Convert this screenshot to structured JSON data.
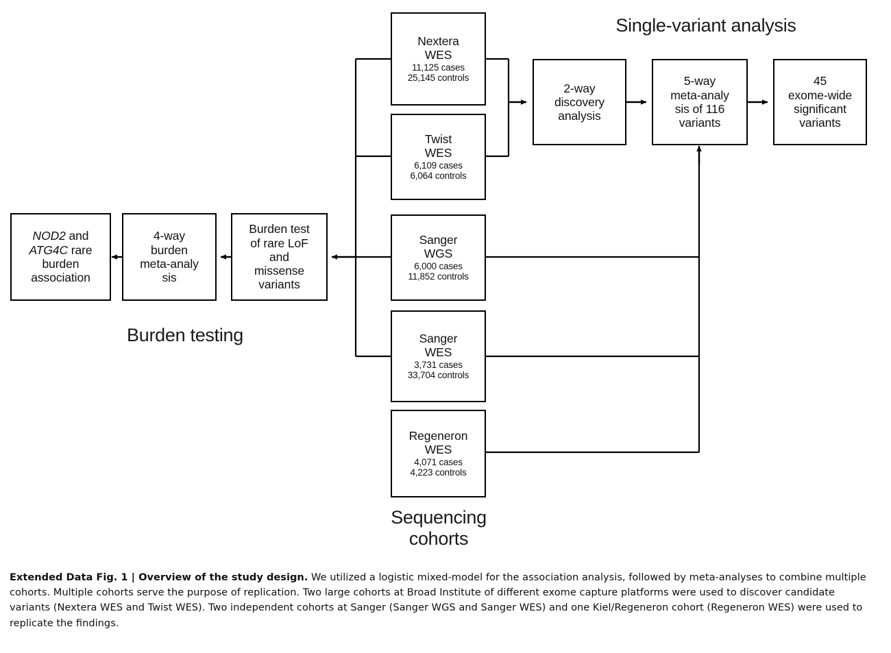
{
  "figure": {
    "section_labels": [
      {
        "id": "single-variant",
        "text": "Single-variant analysis"
      },
      {
        "id": "burden-testing",
        "text": "Burden testing"
      },
      {
        "id": "sequencing-cohorts-l1",
        "text": "Sequencing"
      },
      {
        "id": "sequencing-cohorts-l2",
        "text": "cohorts"
      }
    ],
    "cohorts": [
      {
        "id": "nextera-wes",
        "title_line1": "Nextera",
        "title_line2": "WES",
        "cases": "11,125 cases",
        "controls": "25,145 controls"
      },
      {
        "id": "twist-wes",
        "title_line1": "Twist",
        "title_line2": "WES",
        "cases": "6,109 cases",
        "controls": "6,064 controls"
      },
      {
        "id": "sanger-wgs",
        "title_line1": "Sanger",
        "title_line2": "WGS",
        "cases": "6,000 cases",
        "controls": "11,852 controls"
      },
      {
        "id": "sanger-wes",
        "title_line1": "Sanger",
        "title_line2": "WES",
        "cases": "3,731 cases",
        "controls": "33,704 controls"
      },
      {
        "id": "regeneron-wes",
        "title_line1": "Regeneron",
        "title_line2": "WES",
        "cases": "4,071 cases",
        "controls": "4,223 controls"
      }
    ],
    "single_variant_nodes": [
      {
        "id": "two-way-discovery",
        "line1": "2-way",
        "line2": "discovery",
        "line3": "analysis",
        "line4": ""
      },
      {
        "id": "five-way-meta",
        "line1": "5-way",
        "line2": "meta-analy",
        "line3": "sis of 116",
        "line4": "variants"
      },
      {
        "id": "exome-wide-significant",
        "line1": "45",
        "line2": "exome-wide",
        "line3": "significant",
        "line4": "variants"
      }
    ],
    "burden_nodes": [
      {
        "id": "burden-association",
        "line1_italic": "NOD2",
        "line1_rest": " and",
        "line2_italic": "ATG4C",
        "line2_rest": " rare",
        "line3": "burden",
        "line4": "association",
        "line5": ""
      },
      {
        "id": "four-way-burden-meta",
        "line1": "4-way",
        "line2": "burden",
        "line3": "meta-analy",
        "line4": "sis",
        "line5": ""
      },
      {
        "id": "burden-test",
        "line1": "Burden test",
        "line2": "of rare LoF",
        "line3": "and",
        "line4": "missense",
        "line5": "variants"
      }
    ],
    "colors": {
      "stroke": "#000000",
      "box_fill": "#ffffff",
      "text": "#111111",
      "background": "#ffffff"
    }
  },
  "caption": {
    "label": "Extended Data Fig. 1 | Overview of the study design.",
    "body": " We utilized a logistic mixed-model for the association analysis, followed by meta-analyses to combine multiple cohorts. Multiple cohorts serve the purpose of replication. Two large cohorts at Broad Institute of different exome capture platforms were used to discover candidate variants (Nextera WES and Twist WES). Two independent cohorts at Sanger (Sanger WGS and Sanger WES) and one Kiel/Regeneron cohort (Regeneron WES) were used to replicate the findings."
  }
}
